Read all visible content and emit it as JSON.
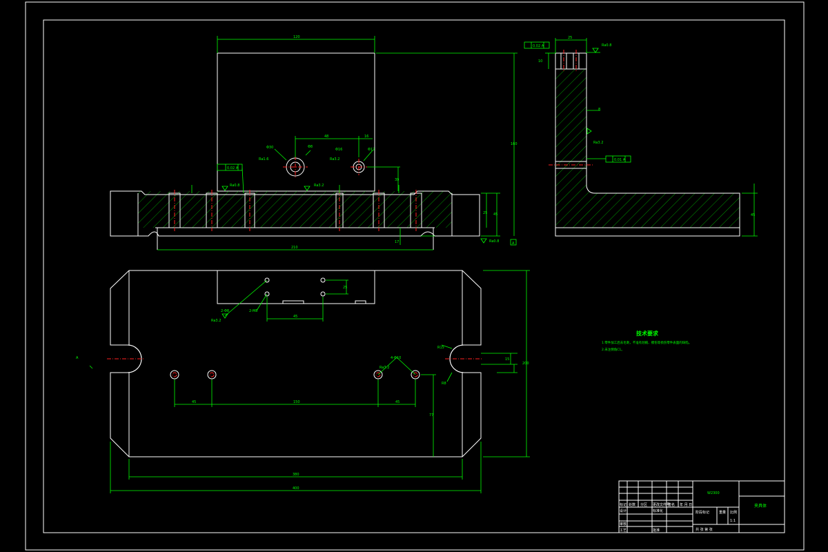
{
  "drawing": {
    "title": "夹具体",
    "drawing_no": "W2300",
    "scale": "1:1"
  },
  "dimensions": {
    "front_top_width": "120",
    "front_hole_spacing": "48",
    "front_hole_offset": "16",
    "front_hole_large": "Φ30",
    "front_hole_small": "Φ12",
    "front_height_total": "160",
    "front_hole_height": "39",
    "front_base_width": "210",
    "front_base_h1": "45",
    "front_base_h2": "25",
    "front_base_gap": "17",
    "side_top_width": "25",
    "side_slot": "10",
    "side_base_h": "45",
    "plan_hole_pitch_a": "45",
    "plan_hole_pitch_b": "150",
    "plan_hole_pitch_c": "45",
    "plan_hole_group": "45",
    "plan_hole_vert": "25",
    "plan_inner_width": "380",
    "plan_outer_width": "400",
    "plan_height": "200",
    "plan_depth": "77",
    "plan_slot_w": "15",
    "plan_slot_r": "R15",
    "plan_radius": "R8",
    "hole_callout_1": "2-Φ8",
    "hole_callout_2": "2-M8",
    "hole_callout_3": "4-Φ10",
    "section_label": "A"
  },
  "roughness": {
    "r1": "Ra1.6",
    "r2": "Ra3.2",
    "r3": "Ra0.8",
    "r4": "Ra6.3"
  },
  "tolerance": {
    "t1": "0.02 A",
    "t2": "0.02 A",
    "t3": "0.01 A",
    "datum": "A"
  },
  "notes": {
    "title": "技术要求",
    "line1": "1.零件加工后去毛刺，不准有划痕、擦伤等损伤零件表面的缺陷。",
    "line2": "2.未注倒角C1。"
  },
  "title_block": {
    "designer": "设计",
    "checker": "审核",
    "approver": "批准",
    "stage_mark": "阶段标记",
    "weight": "重量",
    "ratio": "比例",
    "sheet": "共   张   第   张",
    "mark": "标记",
    "count": "处数",
    "zone": "分区",
    "change_doc": "更改文件号",
    "signature": "签名",
    "date": "年 月 日",
    "process": "工艺",
    "standard": "标准化"
  }
}
